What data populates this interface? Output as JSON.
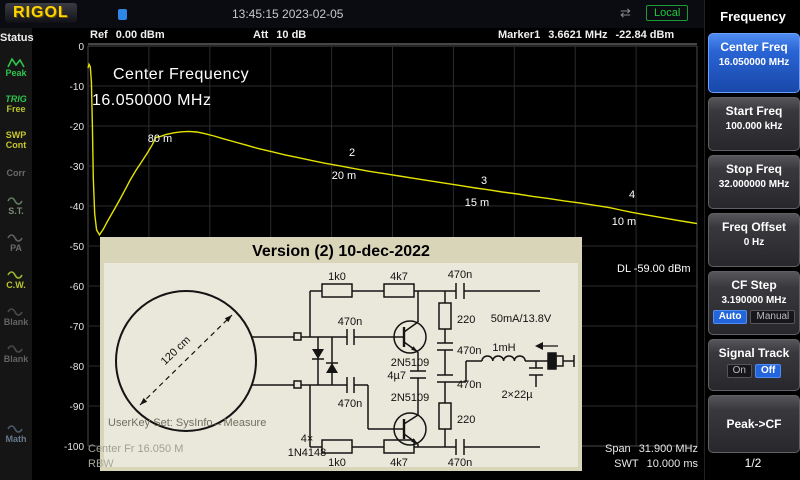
{
  "topbar": {
    "logo": "RIGOL",
    "time": "13:45:15 2023-02-05",
    "local_label": "Local"
  },
  "sidebar": {
    "title": "Status",
    "items": [
      {
        "line1": "",
        "label": "Peak",
        "color1": "#2ec44e",
        "color2": "#2ec44e"
      },
      {
        "line1": "TRIG",
        "label": "Free",
        "color1": "#2ec44e",
        "color2": "#b8c42e"
      },
      {
        "line1": "SWP",
        "label": "Cont",
        "color1": "#c4c42e",
        "color2": "#c4c42e"
      },
      {
        "line1": "",
        "label": "Corr",
        "color1": "#6a6a6a",
        "color2": "#6a6a6a"
      },
      {
        "line1": "",
        "label": "S.T.",
        "color1": "#5f7a5f",
        "color2": "#7a8a7a"
      },
      {
        "line1": "",
        "label": "PA",
        "color1": "#606060",
        "color2": "#6a6a6a"
      },
      {
        "line1": "",
        "label": "C.W.",
        "color1": "#9ab82e",
        "color2": "#b8c42e"
      },
      {
        "line1": "",
        "label": "Blank",
        "color1": "#4a4a4a",
        "color2": "#636363"
      },
      {
        "line1": "",
        "label": "Blank",
        "color1": "#4a4a4a",
        "color2": "#636363"
      },
      {
        "line1": "",
        "label": "Math",
        "color1": "#4a5a6a",
        "color2": "#66788a"
      }
    ]
  },
  "plot": {
    "ref_label": "Ref",
    "ref_value": "0.00 dBm",
    "att_label": "Att",
    "att_value": "10 dB",
    "marker_label": "Marker1",
    "marker_freq": "3.6621 MHz",
    "marker_ampl": "-22.84 dBm",
    "center_text_line1": "Center Frequency",
    "center_text_line2": "16.050000 MHz",
    "dl_label": "DL -59.00 dBm",
    "y_ticks": [
      "0",
      "-10",
      "-20",
      "-30",
      "-40",
      "-50",
      "-60",
      "-70",
      "-80",
      "-90",
      "-100"
    ],
    "band_labels": [
      {
        "num": "",
        "band": "80 m"
      },
      {
        "num": "2",
        "band": "20 m"
      },
      {
        "num": "3",
        "band": "15 m"
      },
      {
        "num": "4",
        "band": "10 m"
      }
    ],
    "bottom": {
      "userkey": "UserKey Set:   SysInfo→Measure",
      "center_freq": "Center Fr   16.050 M",
      "rbw": "RBW",
      "span_label": "Span",
      "span_value": "31.900 MHz",
      "swt_label": "SWT",
      "swt_value": "10.000 ms"
    },
    "trace_color": "#e3e300",
    "trace": [
      [
        0.1,
        -5.5
      ],
      [
        0.16,
        -4.6
      ],
      [
        0.22,
        -5.2
      ],
      [
        0.28,
        -9
      ],
      [
        0.33,
        -20
      ],
      [
        0.38,
        -33
      ],
      [
        0.45,
        -42
      ],
      [
        0.55,
        -46
      ],
      [
        0.7,
        -47.2
      ],
      [
        0.9,
        -45.8
      ],
      [
        1.1,
        -44
      ],
      [
        1.4,
        -41.5
      ],
      [
        1.7,
        -39
      ],
      [
        2.0,
        -36.3
      ],
      [
        2.3,
        -33.6
      ],
      [
        2.6,
        -31.2
      ],
      [
        2.9,
        -29
      ],
      [
        3.2,
        -26.8
      ],
      [
        3.45,
        -24.8
      ],
      [
        3.66,
        -22.84
      ],
      [
        3.9,
        -22.6
      ],
      [
        4.2,
        -22.1
      ],
      [
        4.6,
        -21.7
      ],
      [
        5.0,
        -21.45
      ],
      [
        5.4,
        -21.35
      ],
      [
        5.8,
        -21.5
      ],
      [
        6.2,
        -21.9
      ],
      [
        6.7,
        -22.5
      ],
      [
        7.2,
        -23.2
      ],
      [
        7.8,
        -24.0
      ],
      [
        8.4,
        -24.8
      ],
      [
        9.0,
        -25.6
      ],
      [
        9.7,
        -26.4
      ],
      [
        10.4,
        -27.2
      ],
      [
        11.1,
        -27.9
      ],
      [
        11.8,
        -28.6
      ],
      [
        12.5,
        -29.3
      ],
      [
        13.2,
        -29.9
      ],
      [
        14.0,
        -30.6
      ],
      [
        14.8,
        -31.3
      ],
      [
        15.6,
        -31.9
      ],
      [
        16.4,
        -32.5
      ],
      [
        17.2,
        -33.1
      ],
      [
        18.0,
        -33.7
      ],
      [
        18.8,
        -34.3
      ],
      [
        19.6,
        -34.9
      ],
      [
        20.4,
        -35.5
      ],
      [
        21.0,
        -35.9
      ],
      [
        21.8,
        -36.5
      ],
      [
        22.6,
        -37.0
      ],
      [
        23.4,
        -37.6
      ],
      [
        24.2,
        -38.1
      ],
      [
        25.0,
        -38.7
      ],
      [
        25.8,
        -39.2
      ],
      [
        26.6,
        -39.8
      ],
      [
        27.4,
        -40.4
      ],
      [
        28.0,
        -41.0
      ],
      [
        28.6,
        -41.6
      ],
      [
        29.2,
        -42.1
      ],
      [
        29.8,
        -42.6
      ],
      [
        30.4,
        -43.1
      ],
      [
        31.0,
        -43.6
      ],
      [
        31.5,
        -44.0
      ],
      [
        32.0,
        -44.4
      ]
    ]
  },
  "overlay": {
    "title": "Version (2) 10-dec-2022",
    "labels": {
      "loop": "120 cm",
      "d_count": "4×",
      "d_type": "1N4148",
      "r_top1": "1k0",
      "r_top2": "4k7",
      "c_top": "470n",
      "c_in_top": "470n",
      "c_in_bot": "470n",
      "q1": "2N5109",
      "q2": "2N5109",
      "c_mid": "4µ7",
      "r_c1": "220",
      "r_c2": "220",
      "c_c1": "470n",
      "c_c2": "470n",
      "supply": "50mA/13.8V",
      "ind": "1mH",
      "c_out": "2×22µ",
      "r_bot1": "1k0",
      "r_bot2": "4k7",
      "c_bot": "470n"
    }
  },
  "menu": {
    "title": "Frequency",
    "page": "1/2",
    "buttons": [
      {
        "label": "Center Freq",
        "value": "16.050000 MHz"
      },
      {
        "label": "Start Freq",
        "value": "100.000 kHz"
      },
      {
        "label": "Stop Freq",
        "value": "32.000000 MHz"
      },
      {
        "label": "Freq Offset",
        "value": "0 Hz"
      },
      {
        "label": "CF Step",
        "value": "3.190000 MHz",
        "options": [
          "Auto",
          "Manual"
        ],
        "selected": "Auto"
      },
      {
        "label": "Signal Track",
        "options": [
          "On",
          "Off"
        ],
        "selected": "Off"
      },
      {
        "label": "Peak->CF"
      }
    ]
  }
}
